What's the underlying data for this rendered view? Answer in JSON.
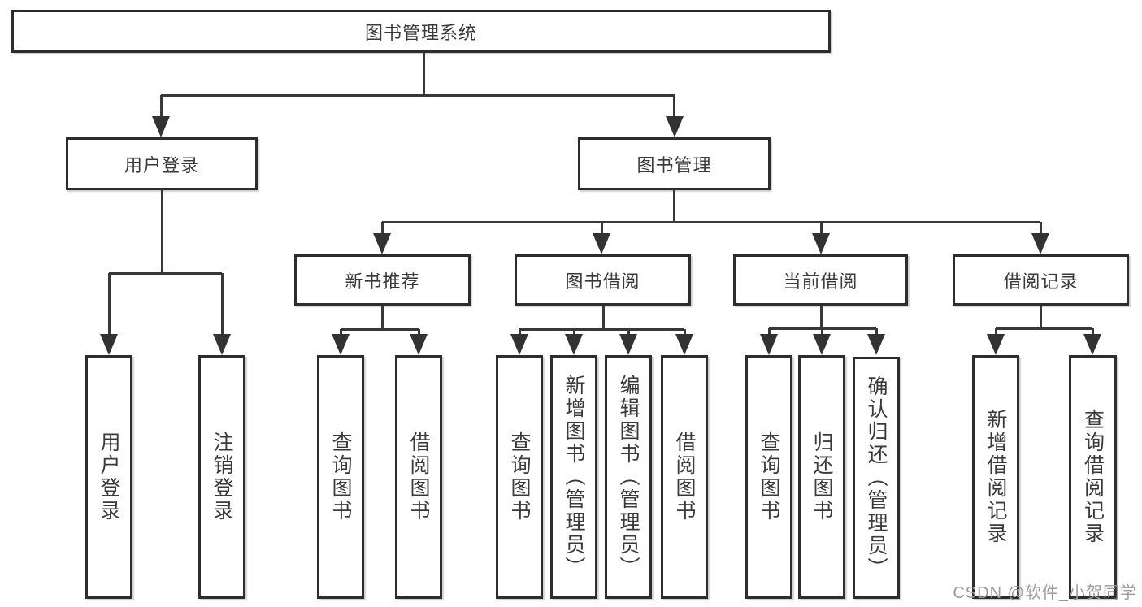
{
  "diagram": {
    "title": "图书管理系统",
    "branches": [
      {
        "label": "用户登录",
        "children": [
          {
            "label": "用户登录"
          },
          {
            "label": "注销登录"
          }
        ]
      },
      {
        "label": "图书管理",
        "children": [
          {
            "label": "新书推荐",
            "children": [
              {
                "label": "查询图书"
              },
              {
                "label": "借阅图书"
              }
            ]
          },
          {
            "label": "图书借阅",
            "children": [
              {
                "label": "查询图书"
              },
              {
                "label": "新增图书（管理员）"
              },
              {
                "label": "编辑图书（管理员）"
              },
              {
                "label": "借阅图书"
              }
            ]
          },
          {
            "label": "当前借阅",
            "children": [
              {
                "label": "查询图书"
              },
              {
                "label": "归还图书"
              },
              {
                "label": "确认归还（管理员）"
              }
            ]
          },
          {
            "label": "借阅记录",
            "children": [
              {
                "label": "新增借阅记录"
              },
              {
                "label": "查询借阅记录"
              }
            ]
          }
        ]
      }
    ],
    "colors": {
      "box_border": "#2d2d2d",
      "line": "#383838",
      "text": "#3a3a3a",
      "watermark": "#9b9b9b",
      "background": "#ffffff"
    }
  },
  "watermark": {
    "text": "CSDN @软件_小贺同学"
  }
}
